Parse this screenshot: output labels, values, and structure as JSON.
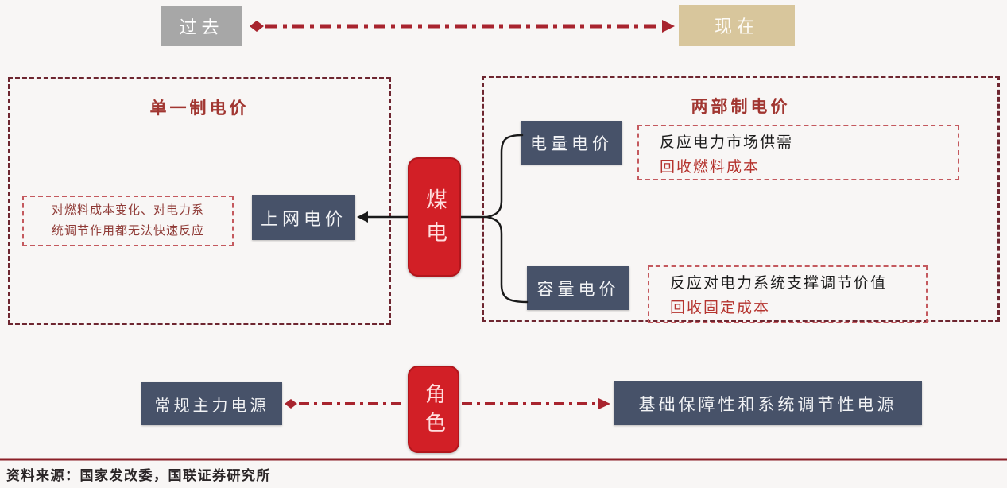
{
  "timeline": {
    "past_label": "过去",
    "present_label": "现在"
  },
  "center": {
    "coal_label": "煤电",
    "role_label": "角色"
  },
  "left_panel": {
    "title": "单一制电价",
    "note_line1": "对燃料成本变化、对电力系",
    "note_line2": "统调节作用都无法快速反应",
    "grid_price_label": "上网电价"
  },
  "right_panel": {
    "title": "两部制电价",
    "energy_price_label": "电量电价",
    "capacity_price_label": "容量电价",
    "energy_note_line1": "反应电力市场供需",
    "energy_note_line2": "回收燃料成本",
    "capacity_note_line1": "反应对电力系统支撑调节价值",
    "capacity_note_line2": "回收固定成本"
  },
  "bottom_row": {
    "left_label": "常规主力电源",
    "right_label": "基础保障性和系统调节性电源"
  },
  "footer": {
    "source_text": "资料来源：国家发改委，国联证券研究所"
  },
  "colors": {
    "red_accent": "#d21f26",
    "navy_box": "#475269",
    "gray_box": "#a7a7a7",
    "tan_box": "#d8c69c",
    "dark_dashed_border": "#6e2630",
    "light_dashed_border": "#c4595e",
    "arrow_red": "#a8242e",
    "title_red": "#a13631",
    "note_red": "#b5342f",
    "rule_line": "#8b1f27",
    "background": "#f8f6f5"
  }
}
